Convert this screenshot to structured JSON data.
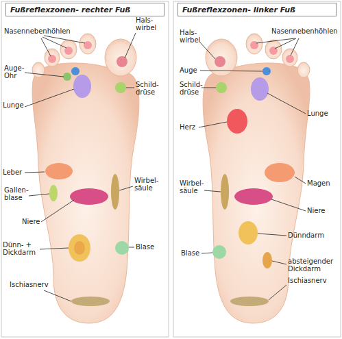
{
  "diagram": {
    "nodes": [
      {
        "text": [
          "Fußreflexzonen- rechter Fuß"
        ]
      },
      {
        "text": [
          "Fußreflexzonen- linker Fuß"
        ]
      }
    ],
    "labels": [
      "Nasennebenhöhlen",
      "Hals- wirbel",
      "Auge- Ohr",
      "Schild- drüse",
      "Lunge",
      "Leber",
      "Gallen- blase",
      "Wirbel- säule",
      "Niere",
      "Dünn- + Dickdarm",
      "Blase",
      "Ischiasnerv",
      "Hals- wirbel",
      "Nasennebenhöhlen",
      "Auge",
      "Schild- drüse",
      "Lunge",
      "Herz",
      "Wirbel- säule",
      "Magen",
      "Niere",
      "Dünndarm",
      "Blase",
      "absteigender Dickdarm",
      "Ischiasnerv"
    ]
  }
}
